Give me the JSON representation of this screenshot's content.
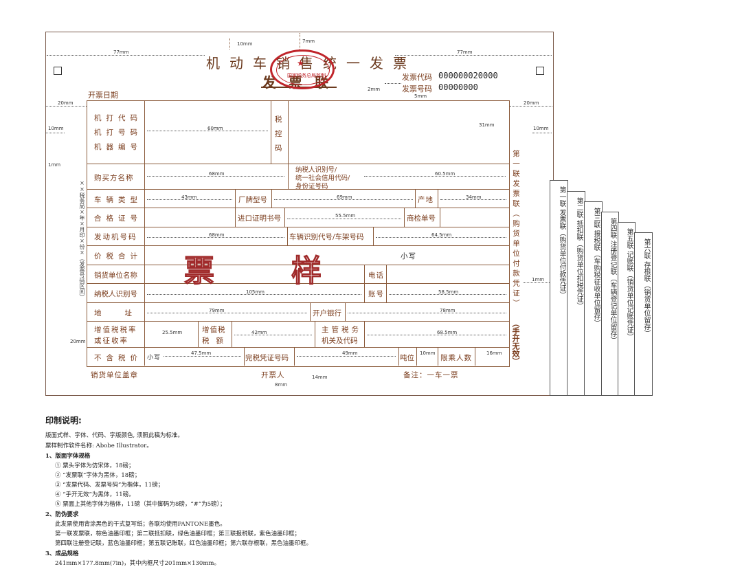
{
  "header": {
    "title_line1": "机动车销售统一发票",
    "title_line2": "发票联",
    "seal_text": "国家税务总局监制",
    "code_label": "发票代码",
    "code_value": "000000020000",
    "number_label": "发票号码",
    "number_value": "00000000",
    "issue_date_label": "开票日期"
  },
  "dims": {
    "top_left_77": "77mm",
    "top_right_77": "77mm",
    "d10_top": "10mm",
    "d7": "7mm",
    "d2mm": "2mm",
    "d5mm": "5mm",
    "left20": "20mm",
    "right20": "20mm",
    "left10": "10mm",
    "right10": "10mm",
    "d1mm_left": "1mm",
    "d1mm_right": "1mm",
    "d60": "60mm",
    "d31": "31mm",
    "d68a": "68mm",
    "d60_5": "60.5mm",
    "d43": "43mm",
    "d69": "69mm",
    "d34": "34mm",
    "d55_5": "55.5mm",
    "d68b": "68mm",
    "d64_5": "64.5mm",
    "d105": "105mm",
    "d58_5": "58.5mm",
    "d79": "79mm",
    "d78": "78mm",
    "d25_5": "25.5mm",
    "d42": "42mm",
    "d68_5": "68.5mm",
    "d47_5": "47.5mm",
    "d49": "49mm",
    "d10b": "10mm",
    "d16": "16mm",
    "d20_left": "20mm",
    "d14": "14mm",
    "d8": "8mm"
  },
  "rows": {
    "machine_code": "机打代码",
    "machine_no": "机打号码",
    "machine_serial": "机器编号",
    "tax_ctrl": "税控码",
    "buyer_name": "购买方名称",
    "taxpayer_id_1": "纳税人识别号/",
    "taxpayer_id_2": "统一社会信用代码/",
    "taxpayer_id_3": "身份证号码",
    "vehicle_type": "车辆类型",
    "brand_model": "厂牌型号",
    "origin": "产地",
    "certificate": "合格证号",
    "import_cert": "进口证明书号",
    "inspection": "商检单号",
    "engine_no": "发动机号码",
    "vin": "车辆识别代号/车架号码",
    "price_total": "价税合计",
    "lowercase": "小写",
    "seller_name": "销货单位名称",
    "phone": "电话",
    "seller_tax_id": "纳税人识别号",
    "account": "账号",
    "address": "地址",
    "bank": "开户银行",
    "vat_rate_1": "增值税税率",
    "vat_rate_2": "或征收率",
    "vat_amount_1": "增值税",
    "vat_amount_2": "税额",
    "tax_office_1": "主管税务",
    "tax_office_2": "机关及代码",
    "excl_tax_price": "不含税价",
    "excl_lower": "小写",
    "tax_paid_cert": "完税凭证号码",
    "tonnage": "吨位",
    "passengers": "限乘人数",
    "seller_stamp": "销货单位盖章",
    "issuer": "开票人",
    "remark": "备注：一车一票"
  },
  "watermark": {
    "char1": "票",
    "char2": "样"
  },
  "side_label": "第一联发票联（购货单位付款凭证）",
  "handwritten_void": "（手开无效）",
  "left_vertical": "××税务局×年×月印×份×（发票号码区间）",
  "copies": [
    {
      "text": "第一联 发票联（购货单位付款凭证）"
    },
    {
      "text": "第二联 抵扣联（购货单位扣税凭证）"
    },
    {
      "text": "第三联 报税联（车购税征收单位留存）"
    },
    {
      "text": "第四联 注册登记联（车辆登记单位留存）"
    },
    {
      "text": "第五联 记账联（销货单位记账凭证）"
    },
    {
      "text": "第六联 存根联（销货单位留存）"
    }
  ],
  "notes": {
    "heading": "印制说明:",
    "l1": "版面式样、字体、代码、字版颜色, 须照此稿为标准。",
    "l2": "票样制作软件名称: Abobe Illustrator。",
    "s1": "1、版面字体规格",
    "s1a": "① 票头字体为仿宋体，18磅；",
    "s1b": "② “发票联”字体为黑体，18磅；",
    "s1c": "③ “发票代码、发票号码”为楷体，11磅；",
    "s1d": "④ “手开无效”为黑体，11磅。",
    "s1e": "⑤ 票面上其他字体为楷体，11磅（其中脚码为8磅，“#”为5磅）；",
    "s2": "2、防伪要求",
    "s2a": "此发票使用背涂黑色的干式复写纸；各联均使用PANTONE墨色。",
    "s2b": "第一联发票联，棕色油墨印框；第二联抵扣联，绿色油墨印框；第三联报税联，紫色油墨印框；",
    "s2c": "第四联注册登记联，蓝色油墨印框；第五联记账联，红色油墨印框；第六联存根联，黑色油墨印框。",
    "s3": "3、成品规格",
    "s3a": "241mm×177.8mm(7in)，其中内框尺寸201mm×130mm。"
  },
  "colors": {
    "frame": "#8a5a3a",
    "label": "#7a3c1c",
    "seal": "#c0242a",
    "watermark": "#a02a2a"
  }
}
